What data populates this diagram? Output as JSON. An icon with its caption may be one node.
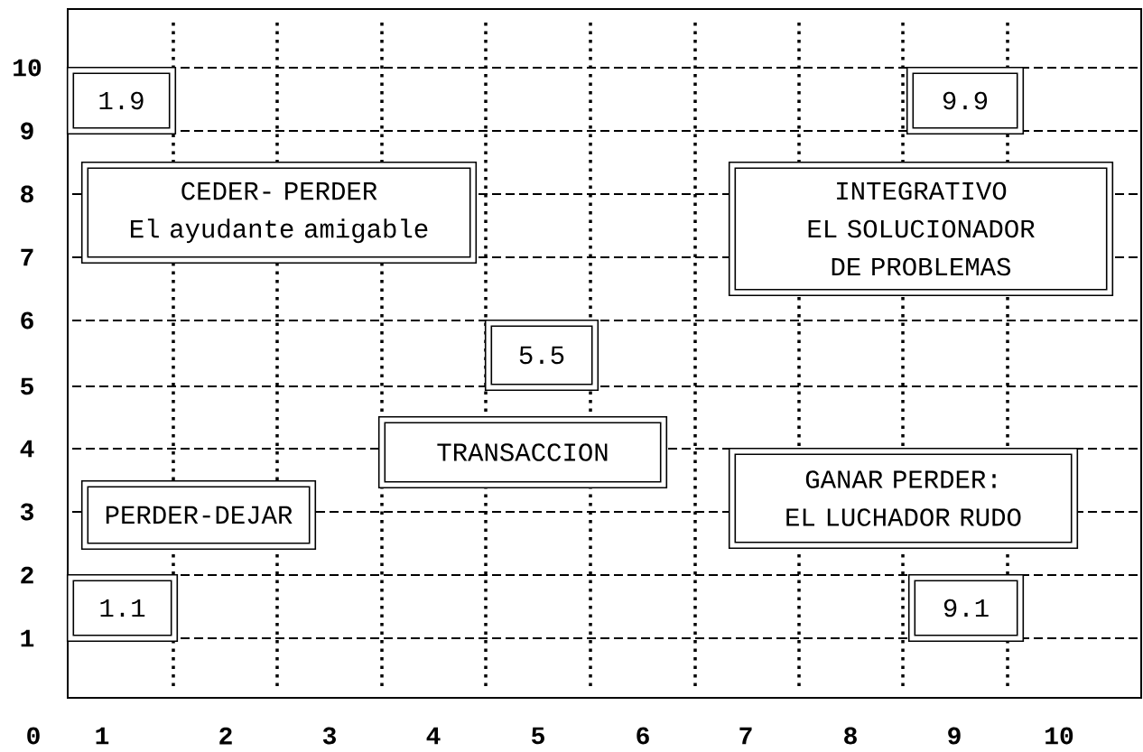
{
  "diagram": {
    "nodes": [
      {
        "text": [
          "1.9"
        ]
      },
      {
        "text": [
          "9.9"
        ]
      },
      {
        "text": [
          "CEDER- PERDER",
          "El ayudante amigable"
        ]
      },
      {
        "text": [
          "INTEGRATIVO",
          "EL SOLUCIONADOR DE PROBLEMAS"
        ]
      },
      {
        "text": [
          "5.5"
        ]
      },
      {
        "text": [
          "TRANSACCION"
        ]
      },
      {
        "text": [
          "PERDER-DEJAR"
        ]
      },
      {
        "text": [
          "GANAR PERDER:",
          "EL LUCHADOR RUDO"
        ]
      },
      {
        "text": [
          "1.1"
        ]
      },
      {
        "text": [
          "9.1"
        ]
      }
    ],
    "labels": [
      "10",
      "9",
      "8",
      "7",
      "6",
      "5",
      "4",
      "3",
      "2",
      "1",
      "0",
      "1",
      "2",
      "3",
      "4",
      "5",
      "6",
      "7",
      "8",
      "9",
      "10"
    ]
  }
}
